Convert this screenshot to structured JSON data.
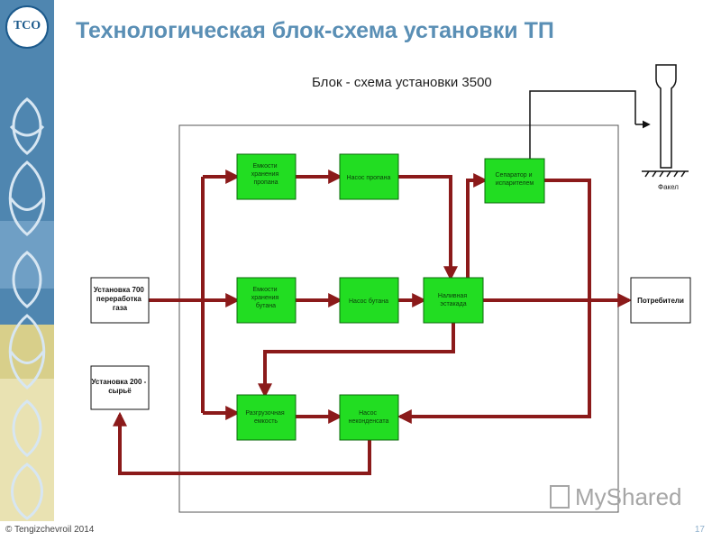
{
  "slide": {
    "logo_text": "ТСО",
    "title": "Технологическая блок-схема установки ТП",
    "copyright": "© Tengizchevroil 2014",
    "page_number": "17",
    "watermark": "MyShared"
  },
  "diagram": {
    "title": "Блок - схема установки 3500",
    "boxes": {
      "unit700": [
        "Установка 700",
        "переработка",
        "газа"
      ],
      "unit200": [
        "Установка 200 -",
        "сырьё"
      ],
      "consumers": [
        "Потребители"
      ],
      "propane_storage": [
        "Емкости",
        "хранения",
        "пропана"
      ],
      "propane_pump": [
        "Насос пропана"
      ],
      "separator": [
        "Сепаратор и",
        "испарителем"
      ],
      "butane_storage": [
        "Емкости",
        "хранения",
        "бутана"
      ],
      "butane_pump": [
        "Насос бутана"
      ],
      "loading_rack": [
        "Наливная",
        "эстакада"
      ],
      "unloading_tank": [
        "Разгрузочная",
        "емкость"
      ],
      "condensate_pump": [
        "Насос",
        "неконденсата"
      ]
    },
    "flare_label": "Факел"
  },
  "colors": {
    "sidebar": "#4f86b0",
    "title": "#5a8fb5",
    "green_box": "#22dd22",
    "flow_line": "#8b1a1a"
  }
}
